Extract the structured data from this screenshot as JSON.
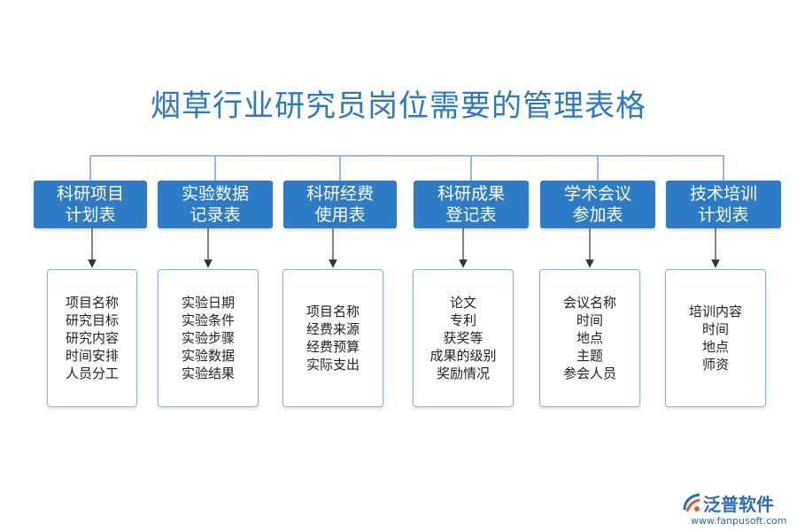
{
  "title": "烟草行业研究员岗位需要的管理表格",
  "categories": [
    {
      "label": "科研项目\n计划表",
      "items": [
        "项目名称",
        "研究目标",
        "研究内容",
        "时间安排",
        "人员分工"
      ]
    },
    {
      "label": "实验数据\n记录表",
      "items": [
        "实验日期",
        "实验条件",
        "实验步骤",
        "实验数据",
        "实验结果"
      ]
    },
    {
      "label": "科研经费\n使用表",
      "items": [
        "项目名称",
        "经费来源",
        "经费预算",
        "实际支出"
      ]
    },
    {
      "label": "科研成果\n登记表",
      "items": [
        "论文",
        "专利",
        "获奖等",
        "成果的级别",
        "奖励情况"
      ]
    },
    {
      "label": "学术会议\n参加表",
      "items": [
        "会议名称",
        "时间",
        "地点",
        "主题",
        "参会人员"
      ]
    },
    {
      "label": "技术培训\n计划表",
      "items": [
        "培训内容",
        "时间",
        "地点",
        "师资"
      ]
    }
  ],
  "logo": {
    "name": "泛普软件",
    "url": "www.fanpusoft.com"
  },
  "colors": {
    "primary": "#2d7cc5",
    "title": "#2b78c4",
    "connector": "#9fb6dd",
    "arrow": "#333333",
    "border": "#8ab3db"
  }
}
